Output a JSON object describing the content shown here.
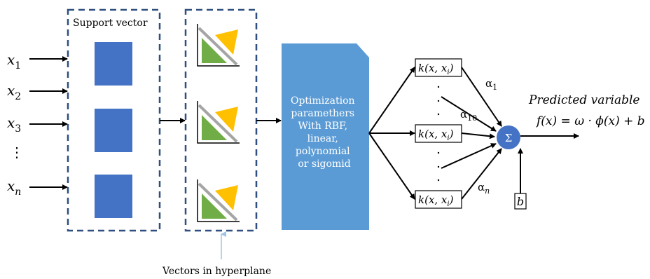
{
  "inputs": {
    "x1": {
      "base": "x",
      "sub": "1"
    },
    "x2": {
      "base": "x",
      "sub": "2"
    },
    "x3": {
      "base": "x",
      "sub": "3"
    },
    "dots": "⋮",
    "xn": {
      "base": "x",
      "sub": "n"
    }
  },
  "support_vector_label": "Support vector",
  "hyperplane_label": "Vectors in hyperplane",
  "optimization": {
    "lines": [
      "Optimization",
      "paramethers",
      "With RBF,",
      "linear,",
      "polynomial",
      "or sigomid"
    ]
  },
  "kernels": {
    "label": "k(x, x",
    "sub": "i",
    "close": ")"
  },
  "weights": {
    "a1": {
      "base": "α",
      "sub": "1"
    },
    "a10": {
      "base": "α",
      "sub": "10"
    },
    "an": {
      "base": "α",
      "sub": "n"
    }
  },
  "sum_symbol": "Σ",
  "bias": "b",
  "output": {
    "title": "Predicted variable",
    "formula": "f(x) = ω · ϕ(x) + b"
  },
  "colors": {
    "blue_square": "#4472c4",
    "dashed_border": "#2f4f7f",
    "opt_fill": "#5b9bd5",
    "green": "#70ad47",
    "yellow": "#ffc000",
    "sum_fill": "#4472c4",
    "pointer_line": "#9dc3e6"
  }
}
